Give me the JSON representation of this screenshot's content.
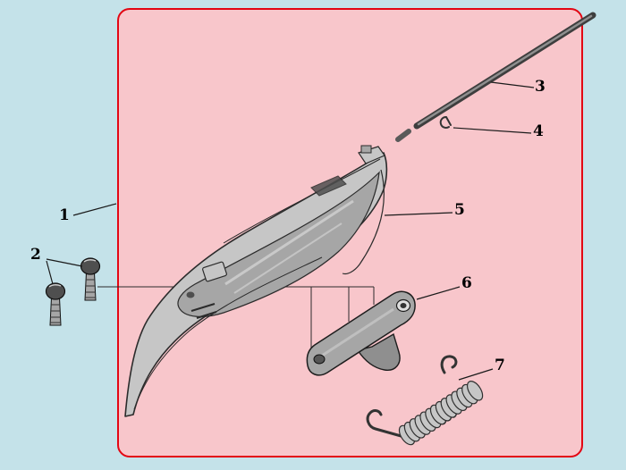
{
  "figure": {
    "type": "exploded-parts-diagram",
    "description": "fairing panel assembly with rod, clip, bolts, bracket and springs"
  },
  "labels": [
    {
      "text": "1"
    },
    {
      "text": "2"
    },
    {
      "text": "3"
    },
    {
      "text": "4"
    },
    {
      "text": "5"
    },
    {
      "text": "6"
    },
    {
      "text": "7"
    }
  ],
  "colors": {
    "bg": "#c4e2e9",
    "panel-fill": "#f8c6cb",
    "panel-border": "#e30613",
    "part-light": "#c6c6c6",
    "part-mid": "#a6a6a6",
    "part-dark": "#4f4f4f",
    "line-dark": "#2b2b2b"
  }
}
